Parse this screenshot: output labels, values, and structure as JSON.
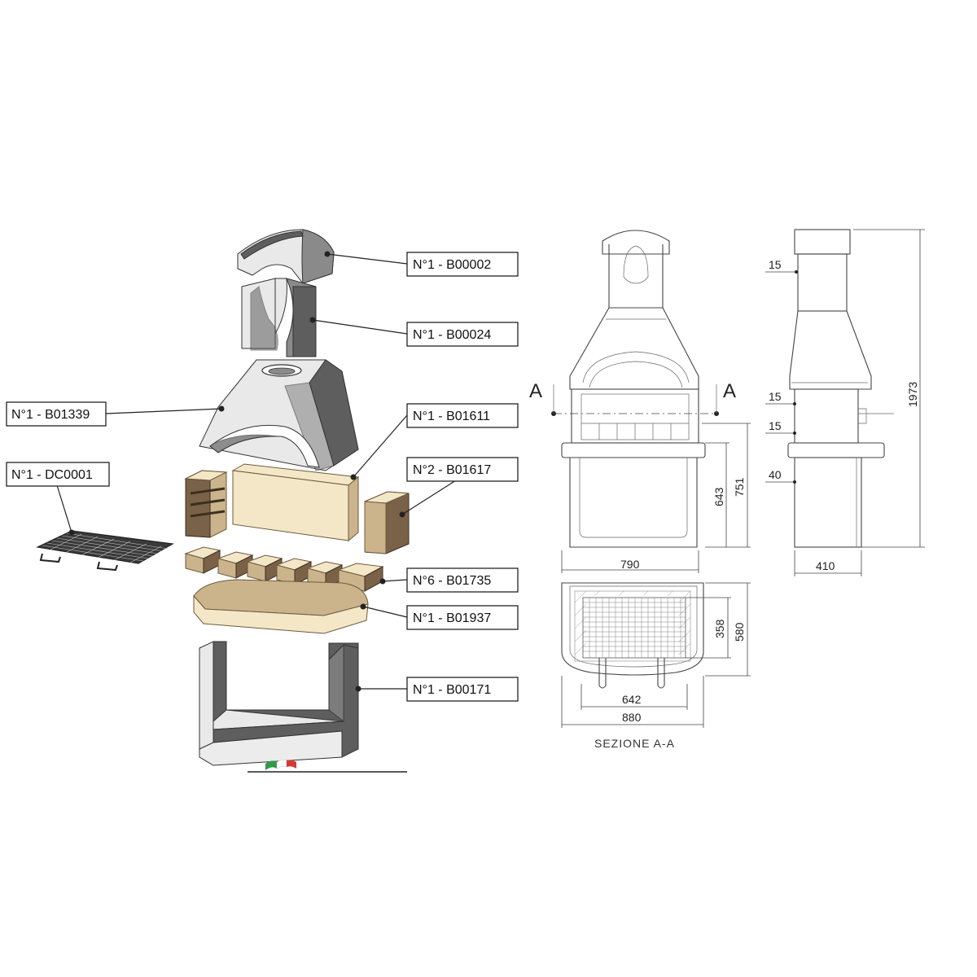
{
  "parts": [
    {
      "id": "b00002",
      "label": "N°1 - B00002"
    },
    {
      "id": "b00024",
      "label": "N°1 - B00024"
    },
    {
      "id": "b01339",
      "label": "N°1 - B01339"
    },
    {
      "id": "b01611",
      "label": "N°1 - B01611"
    },
    {
      "id": "dc0001",
      "label": "N°1 - DC0001"
    },
    {
      "id": "b01617",
      "label": "N°2 - B01617"
    },
    {
      "id": "b01735",
      "label": "N°6 - B01735"
    },
    {
      "id": "b01937",
      "label": "N°1 - B01937"
    },
    {
      "id": "b00171",
      "label": "N°1 - B00171"
    }
  ],
  "front_view": {
    "section_mark_left": "A",
    "section_mark_right": "A",
    "dims": {
      "width": "790",
      "inner_height": "643",
      "height": "751"
    }
  },
  "side_view": {
    "dims": {
      "top_15": "15",
      "mid_15a": "15",
      "mid_15b": "15",
      "d40": "40",
      "total_height": "1973",
      "depth": "410"
    }
  },
  "section_view": {
    "dims": {
      "inner_depth": "358",
      "depth": "580",
      "inner_width": "642",
      "width": "880"
    },
    "caption": "SEZIONE  A-A"
  },
  "colors": {
    "dark_grey": "#5e5e5e",
    "cream": "#f4e7c8",
    "brown": "#7a6248",
    "flag_green": "#2e9a4a",
    "flag_red": "#d23a32"
  }
}
